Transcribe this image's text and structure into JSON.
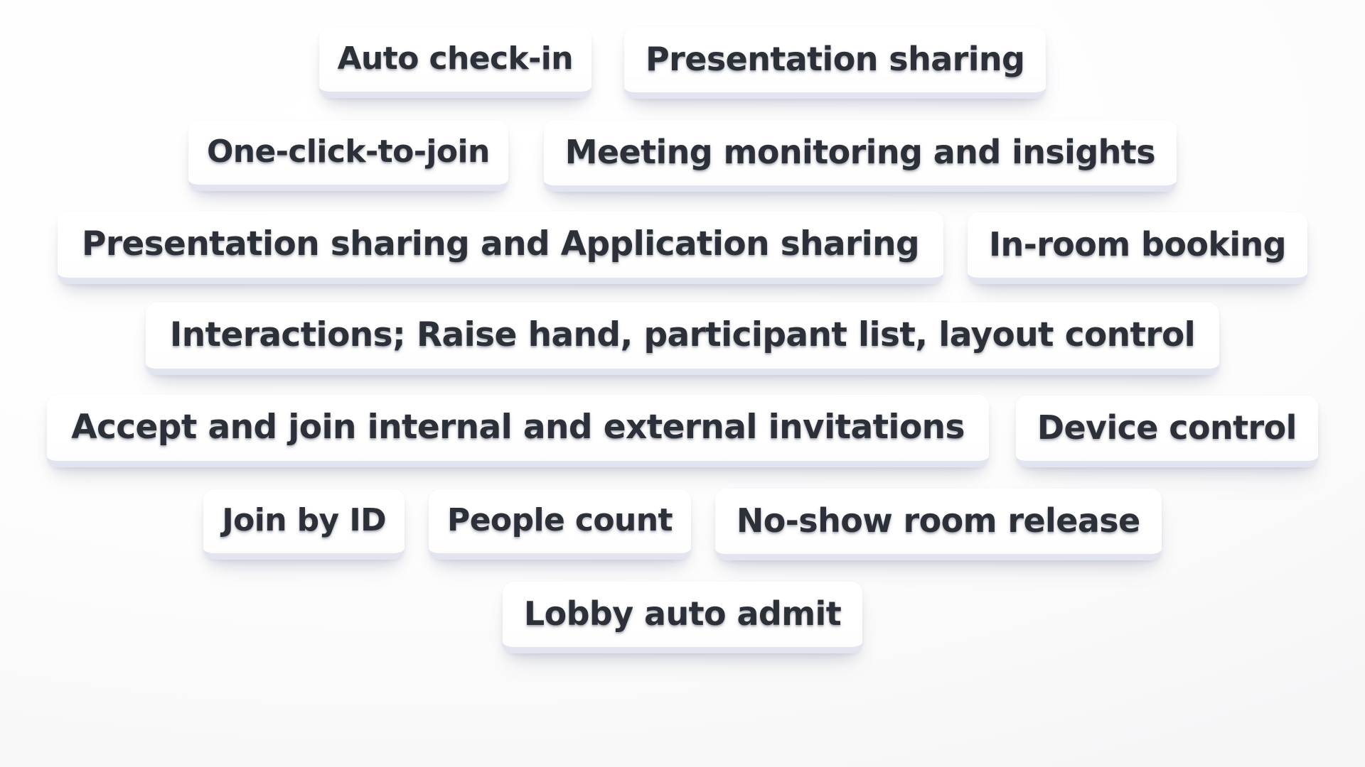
{
  "page": {
    "title": "Meeting room feature pills",
    "background_color": "#fdfdfd",
    "pill_background_color": "#ffffff",
    "pill_base_edge_color": "#e2e4ef",
    "text_color": "#2c3038"
  },
  "rows": [
    {
      "index": 1,
      "pills": [
        {
          "label": "Auto check-in"
        },
        {
          "label": "Presentation sharing"
        }
      ]
    },
    {
      "index": 2,
      "pills": [
        {
          "label": "One-click-to-join"
        },
        {
          "label": "Meeting monitoring and insights"
        }
      ]
    },
    {
      "index": 3,
      "pills": [
        {
          "label": "Presentation sharing and Application sharing"
        },
        {
          "label": "In-room booking"
        }
      ]
    },
    {
      "index": 4,
      "pills": [
        {
          "label": "Interactions; Raise hand, participant list, layout control"
        }
      ]
    },
    {
      "index": 5,
      "pills": [
        {
          "label": "Accept and join internal and external invitations"
        },
        {
          "label": "Device control"
        }
      ]
    },
    {
      "index": 6,
      "pills": [
        {
          "label": "Join by ID"
        },
        {
          "label": "People count"
        },
        {
          "label": "No-show room release"
        }
      ]
    },
    {
      "index": 7,
      "pills": [
        {
          "label": "Lobby auto admit"
        }
      ]
    }
  ]
}
